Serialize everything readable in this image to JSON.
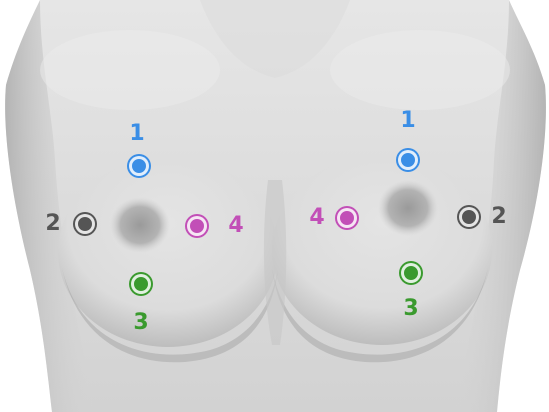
{
  "figure": {
    "markers": [
      {
        "id": "left-1",
        "label": "1",
        "color": "#3a8ee6"
      },
      {
        "id": "left-2",
        "label": "2",
        "color": "#555555"
      },
      {
        "id": "left-3",
        "label": "3",
        "color": "#3a9a2e"
      },
      {
        "id": "left-4",
        "label": "4",
        "color": "#c24fb7"
      },
      {
        "id": "right-1",
        "label": "1",
        "color": "#3a8ee6"
      },
      {
        "id": "right-2",
        "label": "2",
        "color": "#555555"
      },
      {
        "id": "right-3",
        "label": "3",
        "color": "#3a9a2e"
      },
      {
        "id": "right-4",
        "label": "4",
        "color": "#c24fb7"
      }
    ]
  }
}
